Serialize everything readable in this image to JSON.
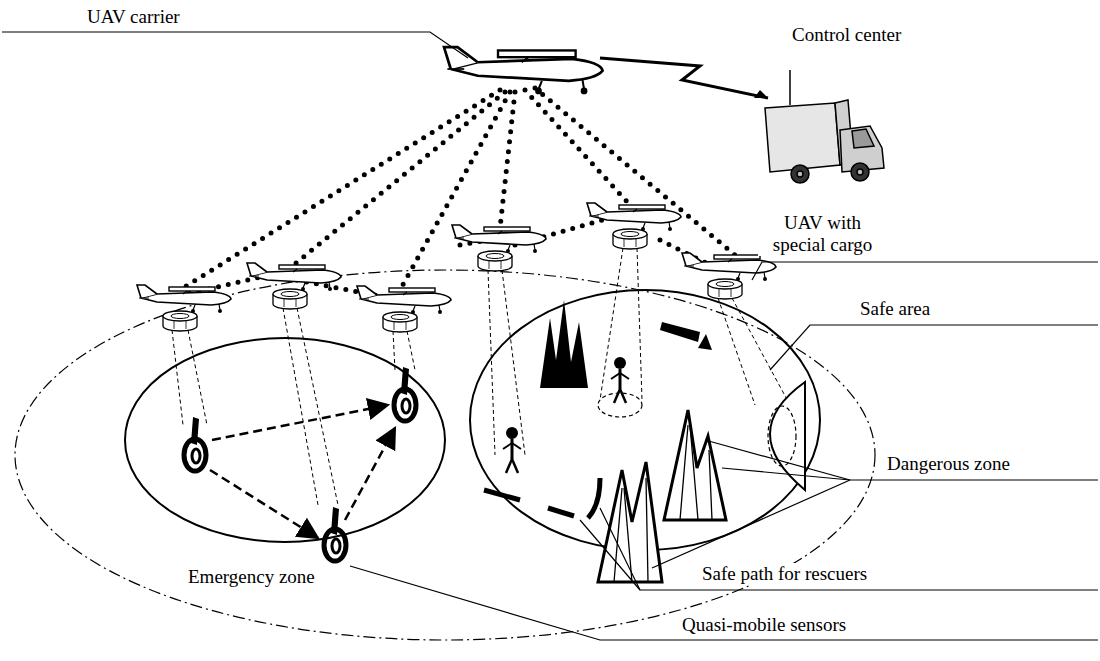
{
  "diagram": {
    "labels": [
      "UAV carrier",
      "Control center",
      "UAV with special cargo",
      "Safe area",
      "Dangerous zone",
      "Emergency zone",
      "Safe path for rescuers",
      "Quasi-mobile sensors"
    ]
  }
}
